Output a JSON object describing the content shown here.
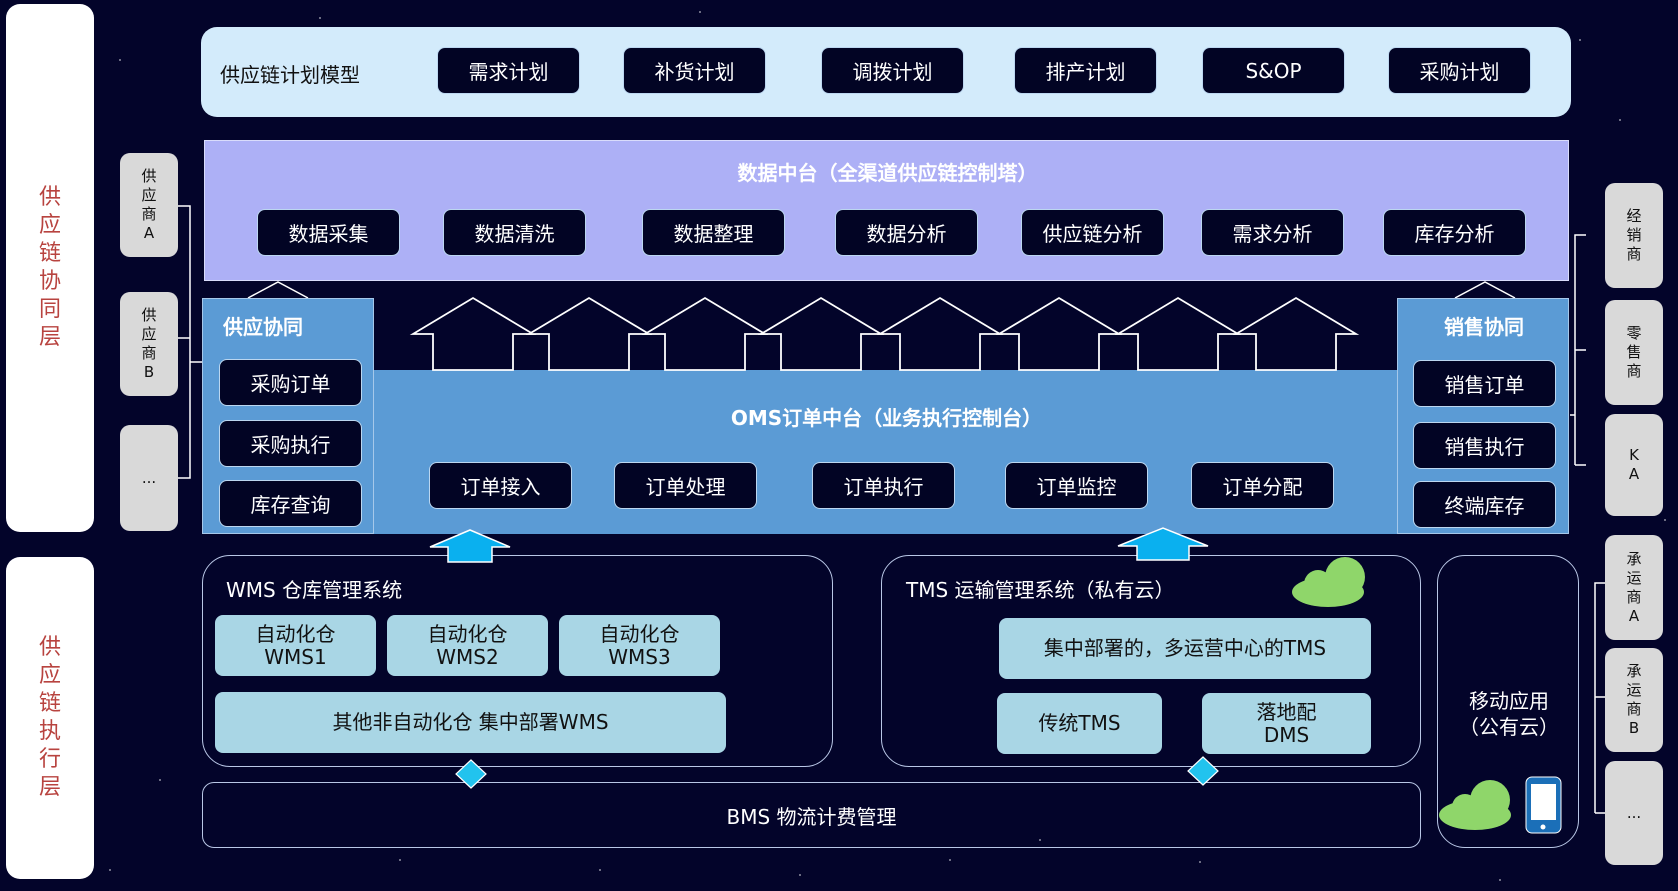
{
  "layers": {
    "collaboration": "供应链协同层",
    "execution": "供应链执行层"
  },
  "suppliers": [
    "供应商A",
    "供应商B",
    "..."
  ],
  "customers": [
    "经销商",
    "零售商",
    "KA"
  ],
  "carriers": [
    "承运商A",
    "承运商B",
    "..."
  ],
  "planning": {
    "title": "供应链计划模型",
    "items": [
      "需求计划",
      "补货计划",
      "调拨计划",
      "排产计划",
      "S&OP",
      "采购计划"
    ]
  },
  "data_platform": {
    "title": "数据中台（全渠道供应链控制塔）",
    "items": [
      "数据采集",
      "数据清洗",
      "数据整理",
      "数据分析",
      "供应链分析",
      "需求分析",
      "库存分析"
    ]
  },
  "supply_collab": {
    "title": "供应协同",
    "items": [
      "采购订单",
      "采购执行",
      "库存查询"
    ]
  },
  "sales_collab": {
    "title": "销售协同",
    "items": [
      "销售订单",
      "销售执行",
      "终端库存"
    ]
  },
  "oms": {
    "title": "OMS订单中台（业务执行控制台）",
    "items": [
      "订单接入",
      "订单处理",
      "订单执行",
      "订单监控",
      "订单分配"
    ]
  },
  "wms": {
    "title": "WMS 仓库管理系统",
    "items": [
      {
        "line1": "自动化仓",
        "line2": "WMS1"
      },
      {
        "line1": "自动化仓",
        "line2": "WMS2"
      },
      {
        "line1": "自动化仓",
        "line2": "WMS3"
      }
    ],
    "wide": "其他非自动化仓 集中部署WMS"
  },
  "tms": {
    "title": "TMS 运输管理系统（私有云）",
    "main": "集中部署的，多运营中心的TMS",
    "traditional": "传统TMS",
    "dms": {
      "line1": "落地配",
      "line2": "DMS"
    }
  },
  "mobile": {
    "line1": "移动应用",
    "line2": "（公有云）"
  },
  "bms": "BMS 物流计费管理",
  "colors": {
    "background": "#03042a",
    "planning_bg": "#d3ebfb",
    "data_platform_bg": "#adb0f6",
    "oms_bg": "#5b9bd5",
    "light_box": "#a9d6e5",
    "arrow": "#0ab0ef",
    "cloud": "#8fd66a",
    "layer_text": "#b8433f"
  }
}
